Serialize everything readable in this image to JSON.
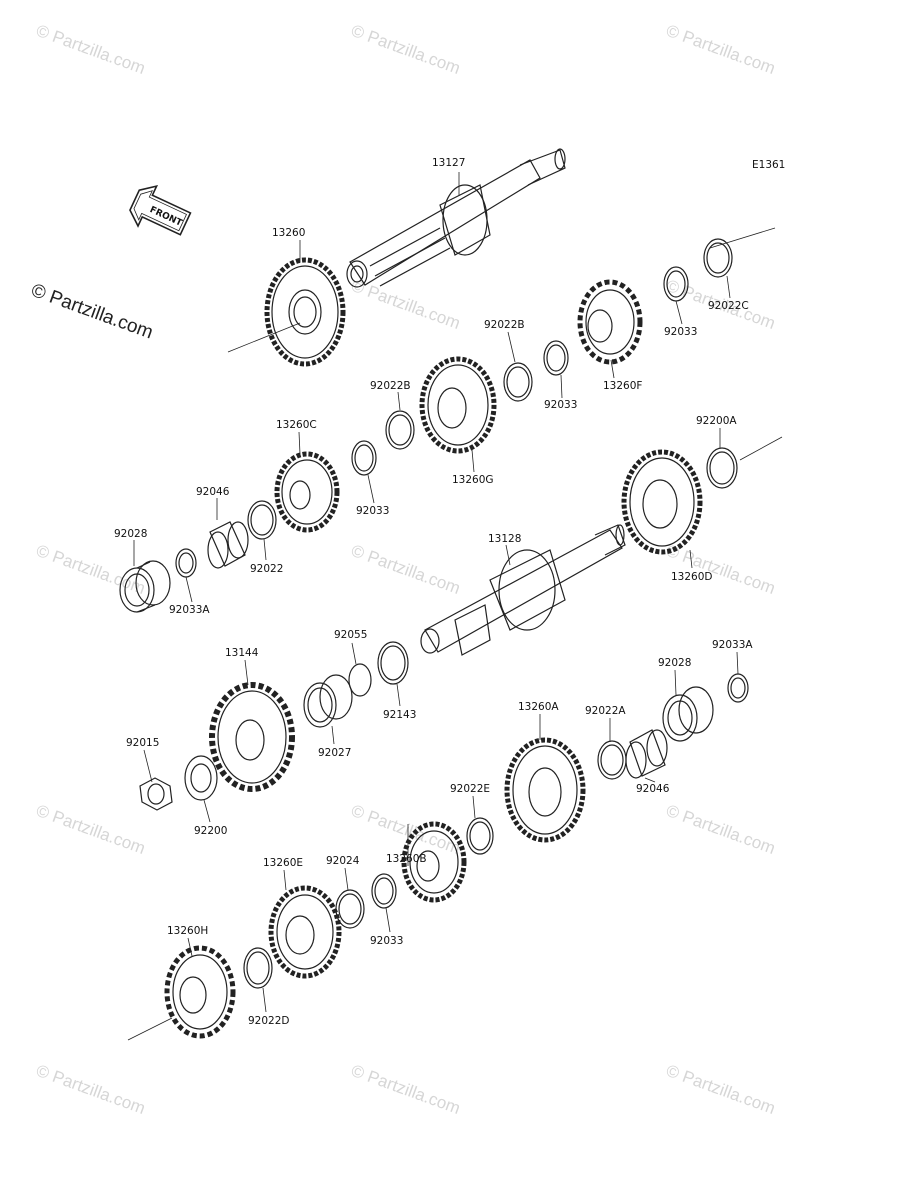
{
  "watermark": {
    "repeat_text": "© Partzilla.com",
    "main_text": "© Partzilla.com"
  },
  "diagram": {
    "code": "E1361",
    "front_label": "FRONT",
    "labels": {
      "p13127": "13127",
      "p13260": "13260",
      "p92022B_a": "92022B",
      "p92022B_b": "92022B",
      "p13260C": "13260C",
      "p92046_a": "92046",
      "p92028_a": "92028",
      "p92033A_a": "92033A",
      "p92022_a": "92022",
      "p92033_a": "92033",
      "p92033_b": "92033",
      "p92033_c": "92033",
      "p13260G": "13260G",
      "p13260F": "13260F",
      "p92022C": "92022C",
      "p92200A": "92200A",
      "p13260D": "13260D",
      "p13128": "13128",
      "p92055": "92055",
      "p13144": "13144",
      "p92027": "92027",
      "p92143": "92143",
      "p92015": "92015",
      "p92200": "92200",
      "p13260A": "13260A",
      "p92022A": "92022A",
      "p92028_b": "92028",
      "p92033A_b": "92033A",
      "p92046_b": "92046",
      "p92022E": "92022E",
      "p13260B": "13260B",
      "p92024": "92024",
      "p13260E": "13260E",
      "p92033_d": "92033",
      "p13260H": "13260H",
      "p92022D": "92022D"
    }
  }
}
